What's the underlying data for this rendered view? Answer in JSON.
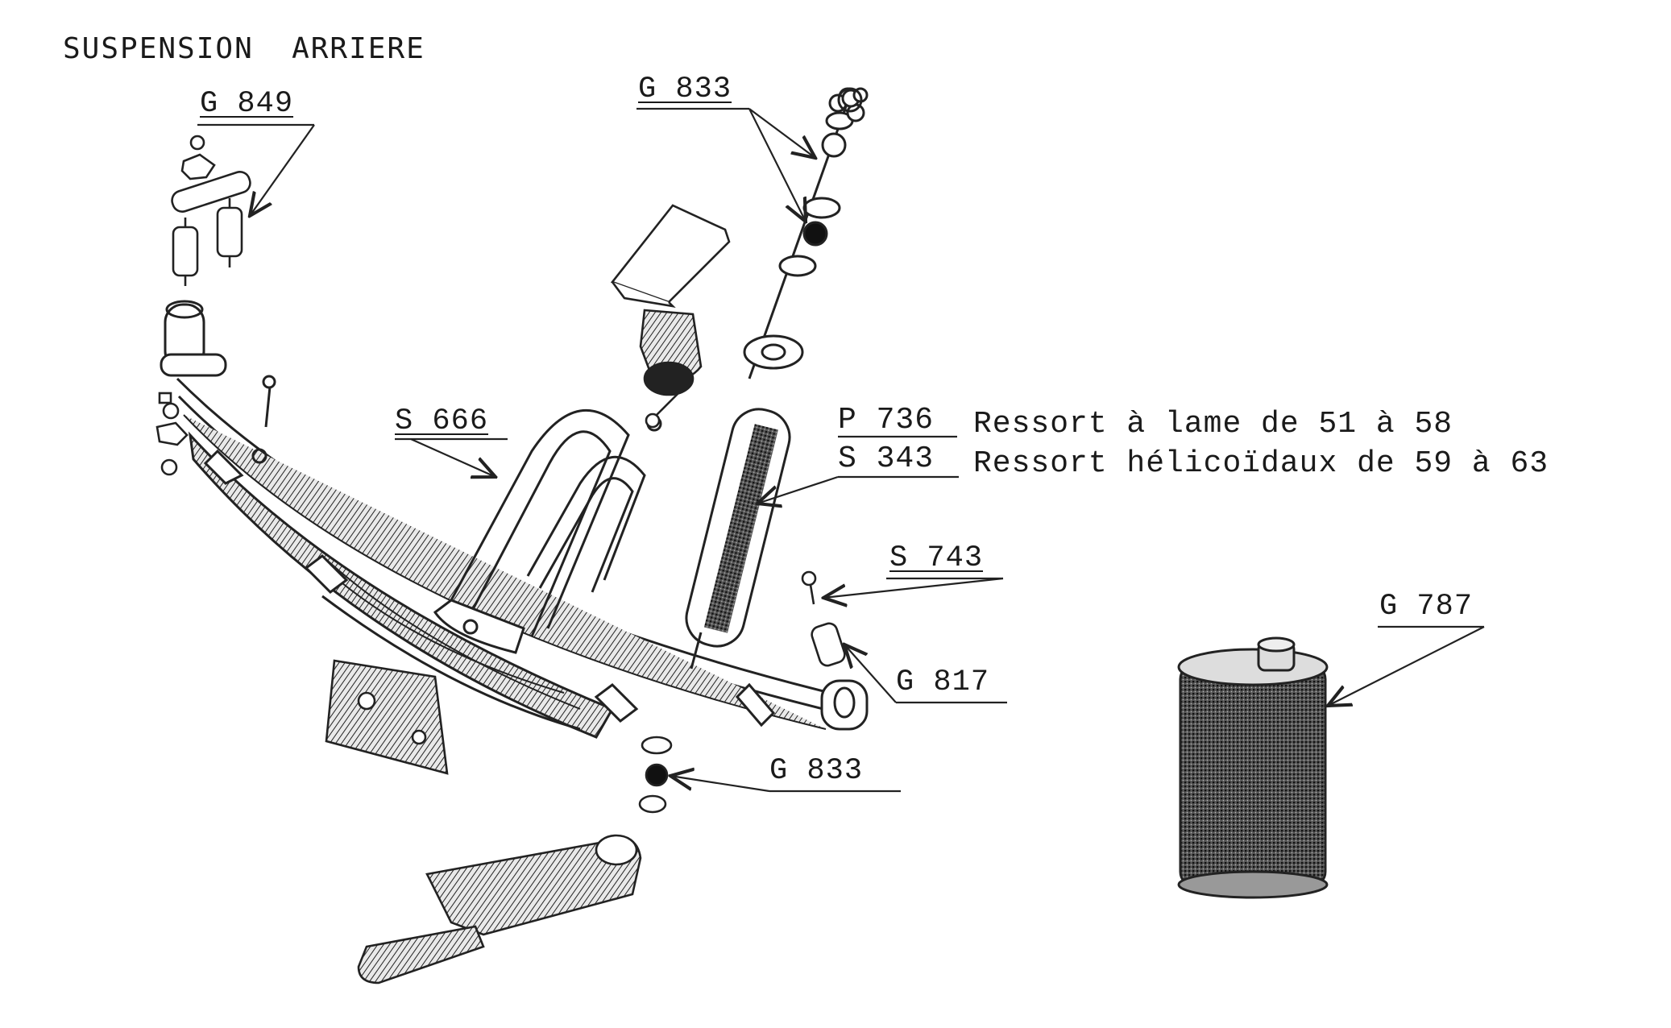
{
  "title": "SUSPENSION  ARRIERE",
  "labels": {
    "g849": "G 849",
    "g833_top": "G 833",
    "s666": "S 666",
    "s743": "S 743",
    "g817": "G 817",
    "g833_bottom": "G 833",
    "g787": "G 787"
  },
  "descriptions": {
    "p736_code": "P 736",
    "p736_text": "Ressort à lame de 51 à 58",
    "s343_code": "S 343",
    "s343_text": "Ressort hélicoïdaux de 59 à 63"
  }
}
